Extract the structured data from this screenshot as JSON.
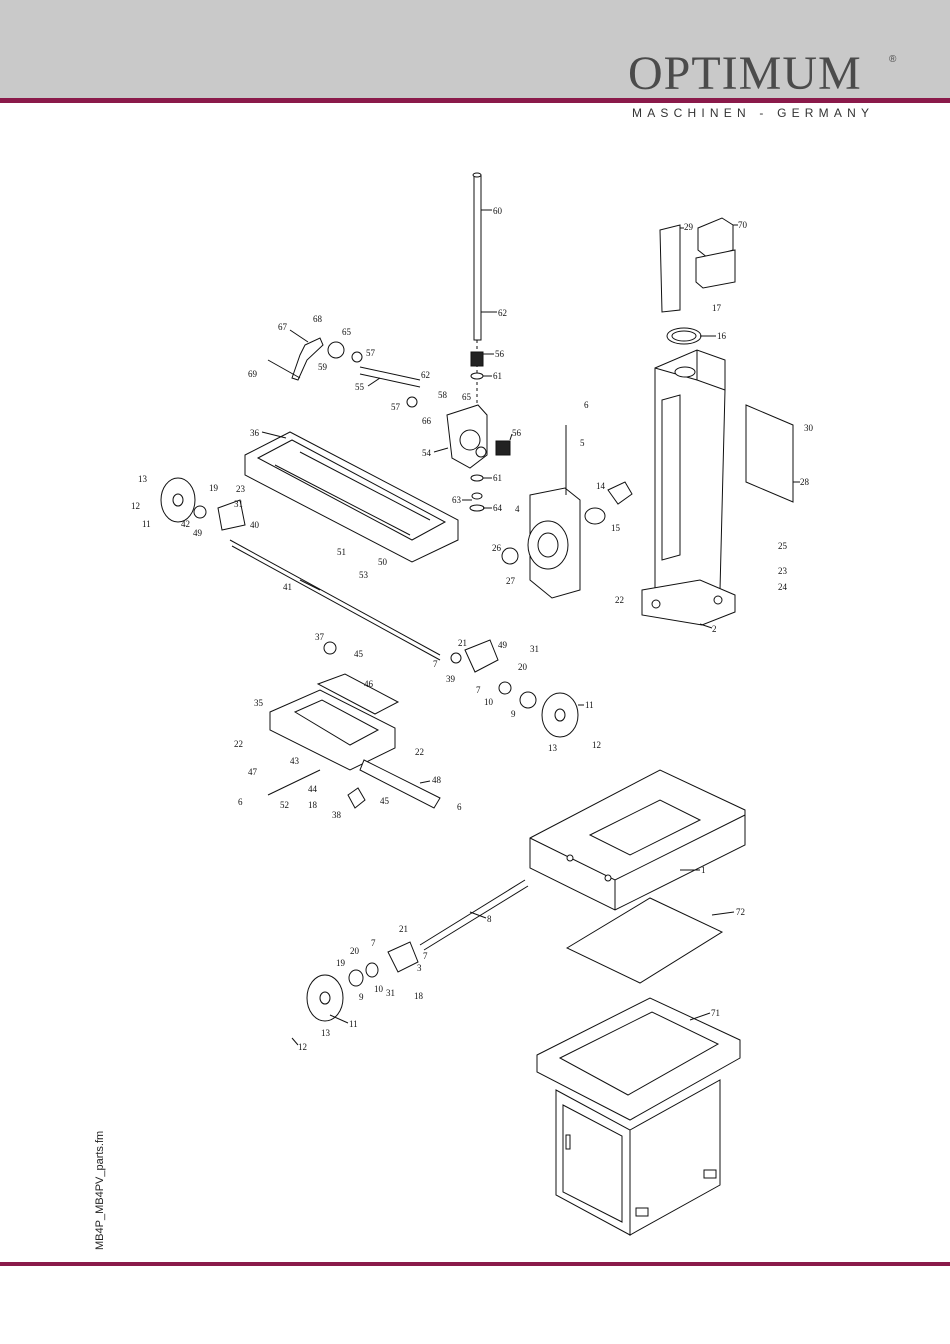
{
  "header": {
    "logo_text": "OPTIMUM",
    "registered_mark": "®",
    "tagline": "MASCHINEN - GERMANY"
  },
  "footer": {
    "file_label": "MB4P_MB4PV_parts.fm"
  },
  "drawing": {
    "part_labels": [
      "60",
      "62",
      "56",
      "61",
      "61",
      "63",
      "64",
      "56",
      "65",
      "58",
      "66",
      "54",
      "62",
      "55",
      "57",
      "57",
      "59",
      "65",
      "68",
      "67",
      "69",
      "70",
      "29",
      "17",
      "16",
      "30",
      "28",
      "25",
      "23",
      "24",
      "2",
      "6",
      "5",
      "14",
      "15",
      "4",
      "26",
      "27",
      "22",
      "36",
      "13",
      "19",
      "23",
      "31",
      "40",
      "12",
      "11",
      "42",
      "49",
      "51",
      "50",
      "53",
      "41",
      "37",
      "45",
      "46",
      "21",
      "49",
      "31",
      "20",
      "7",
      "39",
      "7",
      "10",
      "9",
      "11",
      "13",
      "12",
      "35",
      "22",
      "43",
      "22",
      "47",
      "44",
      "18",
      "52",
      "6",
      "38",
      "45",
      "48",
      "6",
      "1",
      "72",
      "8",
      "21",
      "20",
      "7",
      "7",
      "19",
      "3",
      "10",
      "9",
      "31",
      "18",
      "11",
      "13",
      "12",
      "71"
    ]
  },
  "colors": {
    "header_bg": "#c9c9c9",
    "accent": "#8a1a4a",
    "logo": "#4b4b4b"
  }
}
